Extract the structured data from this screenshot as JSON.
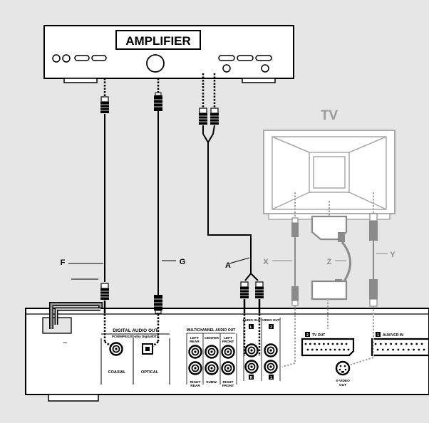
{
  "colors": {
    "background": "#e6e6e6",
    "line": "#000000",
    "panel": "#ffffff",
    "tv_label": "#9a9a9a",
    "tv_cable": "#8a8a8a",
    "port": "#1a1a1a"
  },
  "amplifier": {
    "label": "AMPLIFIER"
  },
  "tv": {
    "label": "TV"
  },
  "cables": {
    "f": "F",
    "g": "G",
    "a": "A",
    "x": "X",
    "z": "Z",
    "y": "Y"
  },
  "player": {
    "digital_audio_out": {
      "title": "DIGITAL AUDIO OUT",
      "subtitle": "PCM/MPEG2/Dolby Digital/DTS",
      "coaxial": "COAXIAL",
      "optical": "OPTICAL"
    },
    "multichannel": {
      "title": "MULTICHANNEL AUDIO OUT",
      "left_rear": [
        "LEFT",
        "REAR"
      ],
      "center": "CENTER",
      "left_front": [
        "LEFT",
        "FRONT"
      ],
      "right_rear": [
        "RIGHT",
        "REAR"
      ],
      "subw": "SUBW.",
      "right_front": [
        "RIGHT",
        "FRONT"
      ]
    },
    "audio_out": {
      "title": "AUDIO OUT",
      "l": "L",
      "r": "R"
    },
    "video_out": {
      "title": "VIDEO OUT",
      "n2": "2",
      "n1": "1"
    },
    "tv_out": {
      "num": "2",
      "label": "TV OUT"
    },
    "aux_vcr_in": {
      "num": "1",
      "label": "AUX/VCR IN"
    },
    "svideo_out": [
      "S-VIDEO",
      "OUT"
    ]
  },
  "power_symbol": "~"
}
